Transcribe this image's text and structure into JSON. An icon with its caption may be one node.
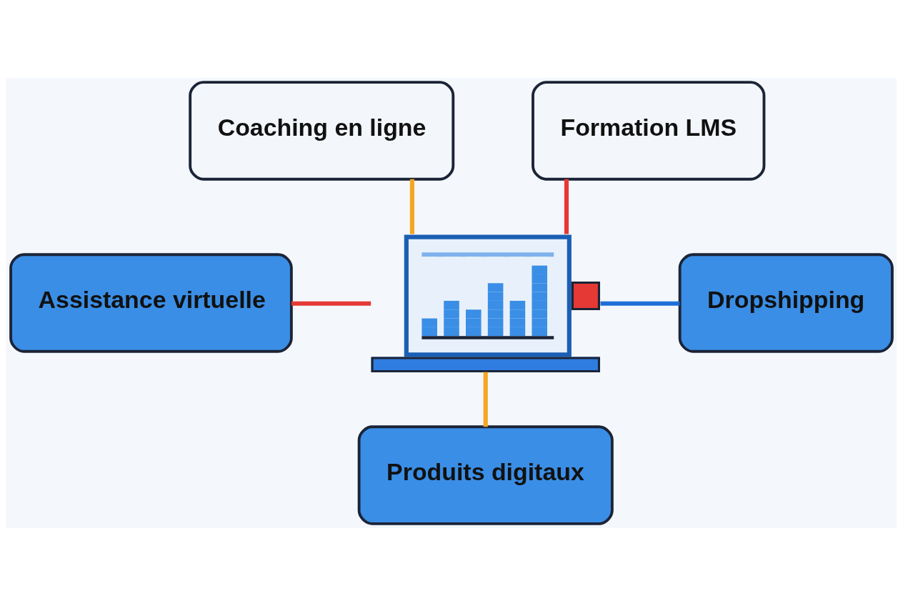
{
  "diagram": {
    "nodes": [
      {
        "text": [
          "Coaching en ligne"
        ]
      },
      {
        "text": [
          "Formation LMS"
        ]
      },
      {
        "text": [
          "Assistance virtuelle"
        ]
      },
      {
        "text": [],
        "shape": "picture"
      },
      {
        "text": [
          "Dropshipping"
        ]
      },
      {
        "text": [
          "Produits digitaux"
        ]
      }
    ],
    "edges": [
      {
        "from": 0,
        "to": 3,
        "arrow": "none",
        "color": "#f5a623"
      },
      {
        "from": 1,
        "to": 3,
        "arrow": "none",
        "color": "#e53935"
      },
      {
        "from": 2,
        "to": 3,
        "arrow": "none",
        "color": "#e53935"
      },
      {
        "from": 3,
        "to": 4,
        "arrow": "none",
        "color": "#1e6fd9"
      },
      {
        "from": 3,
        "to": 5,
        "arrow": "none",
        "color": "#f5a623"
      }
    ]
  }
}
